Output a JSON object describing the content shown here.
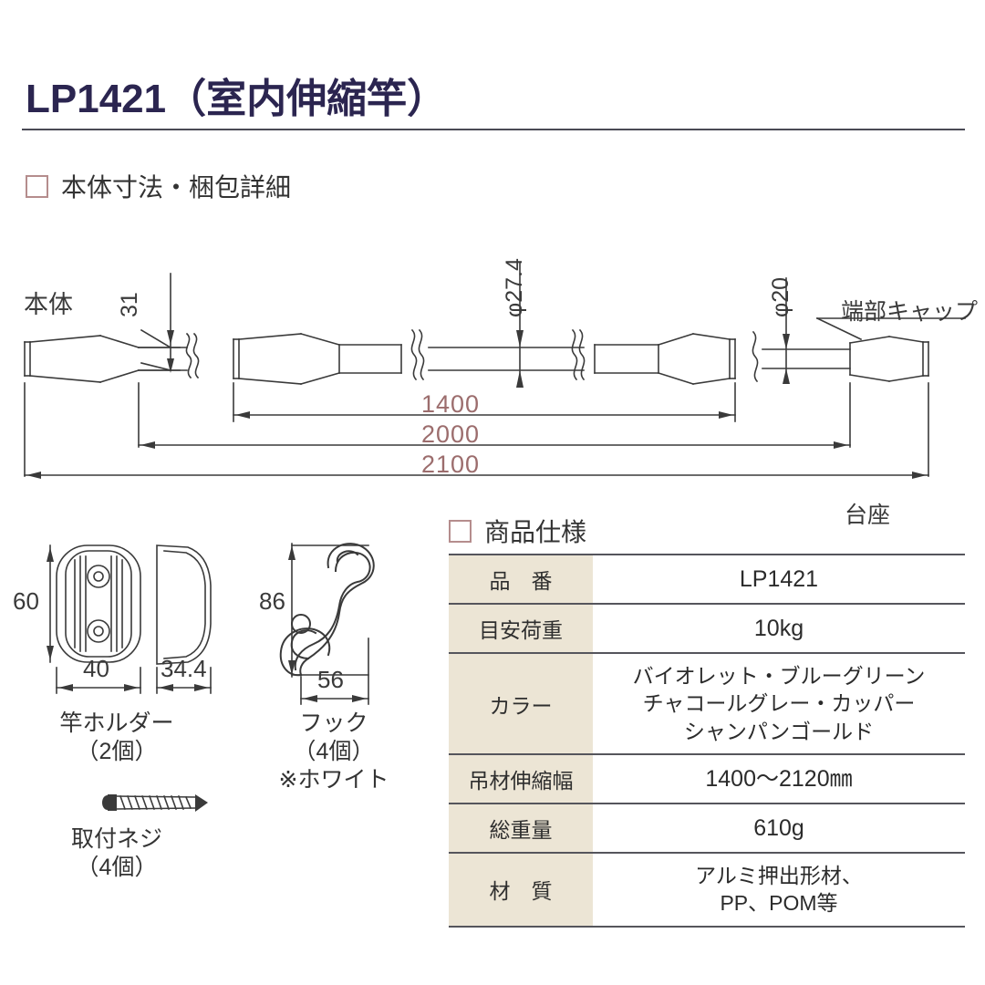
{
  "header": {
    "title": "LP1421（室内伸縮竿）",
    "section_dimensions": "本体寸法・梱包詳細",
    "section_spec": "商品仕様"
  },
  "drawing": {
    "body_label": "本体",
    "end_cap_label": "端部キャップ",
    "base_label": "台座",
    "taper_dim": "31",
    "dia_large": "φ27.4",
    "dia_small": "φ20",
    "length_1": "1400",
    "length_2": "2000",
    "length_3": "2100"
  },
  "parts": {
    "holder": {
      "name": "竿ホルダー",
      "qty": "（2個）",
      "height": "60",
      "width": "40",
      "depth": "34.4"
    },
    "hook": {
      "name": "フック",
      "qty": "（4個）",
      "note": "※ホワイト",
      "height": "86",
      "width": "56"
    },
    "screw": {
      "name": "取付ネジ",
      "qty": "（4個）"
    }
  },
  "spec_table": {
    "rows": [
      {
        "label": "品　番",
        "value": "LP1421",
        "multiline": false
      },
      {
        "label": "目安荷重",
        "value": "10kg",
        "multiline": false
      },
      {
        "label": "カラー",
        "value": "バイオレット・ブルーグリーン\nチャコールグレー・カッパー\nシャンパンゴールド",
        "multiline": true
      },
      {
        "label": "吊材伸縮幅",
        "value": "1400〜2120㎜",
        "multiline": false
      },
      {
        "label": "総重量",
        "value": "610g",
        "multiline": false
      },
      {
        "label": "材　質",
        "value": "アルミ押出形材、\nPP、POM等",
        "multiline": true
      }
    ]
  },
  "colors": {
    "title": "#2b2550",
    "dimension_text": "#9c6d6d",
    "section_square": "#b58d8d",
    "table_label_bg": "#ece5d5",
    "line": "#3a3a3a"
  }
}
